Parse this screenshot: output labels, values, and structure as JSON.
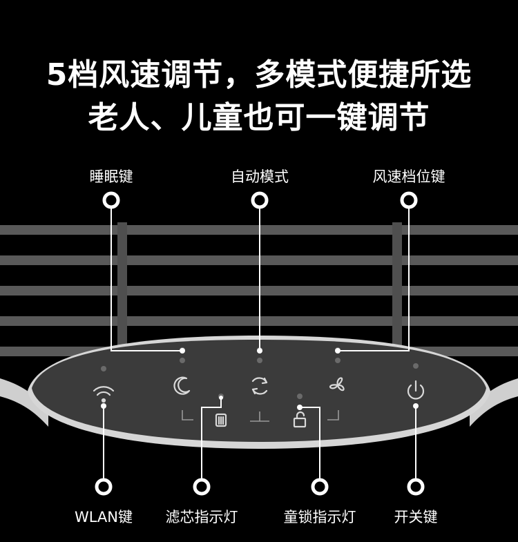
{
  "headline": {
    "line1": "5档风速调节，多模式便捷所选",
    "line2": "老人、儿童也可一键调节"
  },
  "top_labels": {
    "sleep": "睡眠键",
    "auto": "自动模式",
    "fan_speed": "风速档位键"
  },
  "bottom_labels": {
    "wlan": "WLAN键",
    "filter": "滤芯指示灯",
    "child_lock": "童锁指示灯",
    "power": "开关键"
  },
  "icons": {
    "wifi": "wifi-icon",
    "sleep": "moon-icon",
    "auto": "cycle-arrows-icon",
    "fan": "fan-blade-icon",
    "power": "power-icon",
    "filter": "filter-cylinder-icon",
    "lock": "padlock-icon"
  },
  "colors": {
    "background": "#000000",
    "panel": "#3a3a3a",
    "panel_rim": "#d8d8d8",
    "grille": "#5a5a5a",
    "text": "#ffffff"
  }
}
